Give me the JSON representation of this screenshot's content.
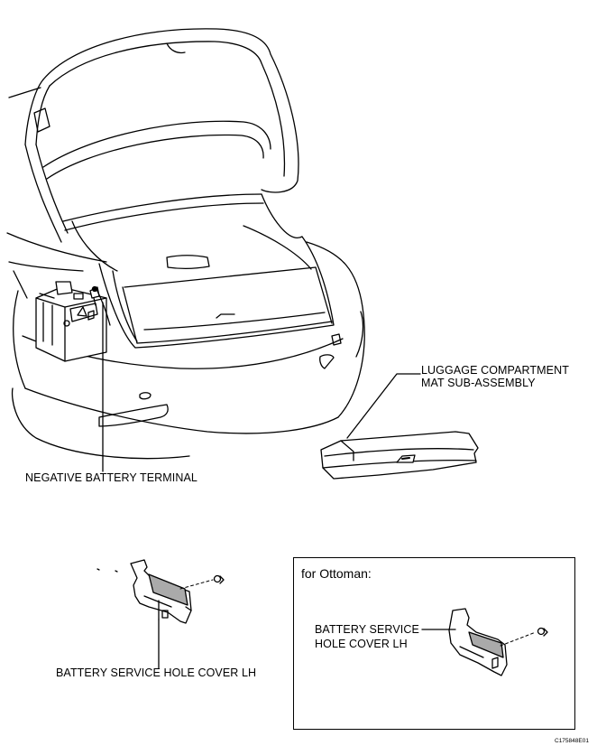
{
  "labels": {
    "luggage_mat": [
      "LUGGAGE COMPARTMENT",
      "MAT SUB-ASSEMBLY"
    ],
    "negative_terminal": "NEGATIVE BATTERY TERMINAL",
    "battery_cover_lh": "BATTERY SERVICE HOLE COVER LH",
    "ottoman_cover": [
      "BATTERY SERVICE",
      "HOLE COVER LH"
    ]
  },
  "inset": {
    "title": "for Ottoman:"
  },
  "figure_code": "C175848E01"
}
